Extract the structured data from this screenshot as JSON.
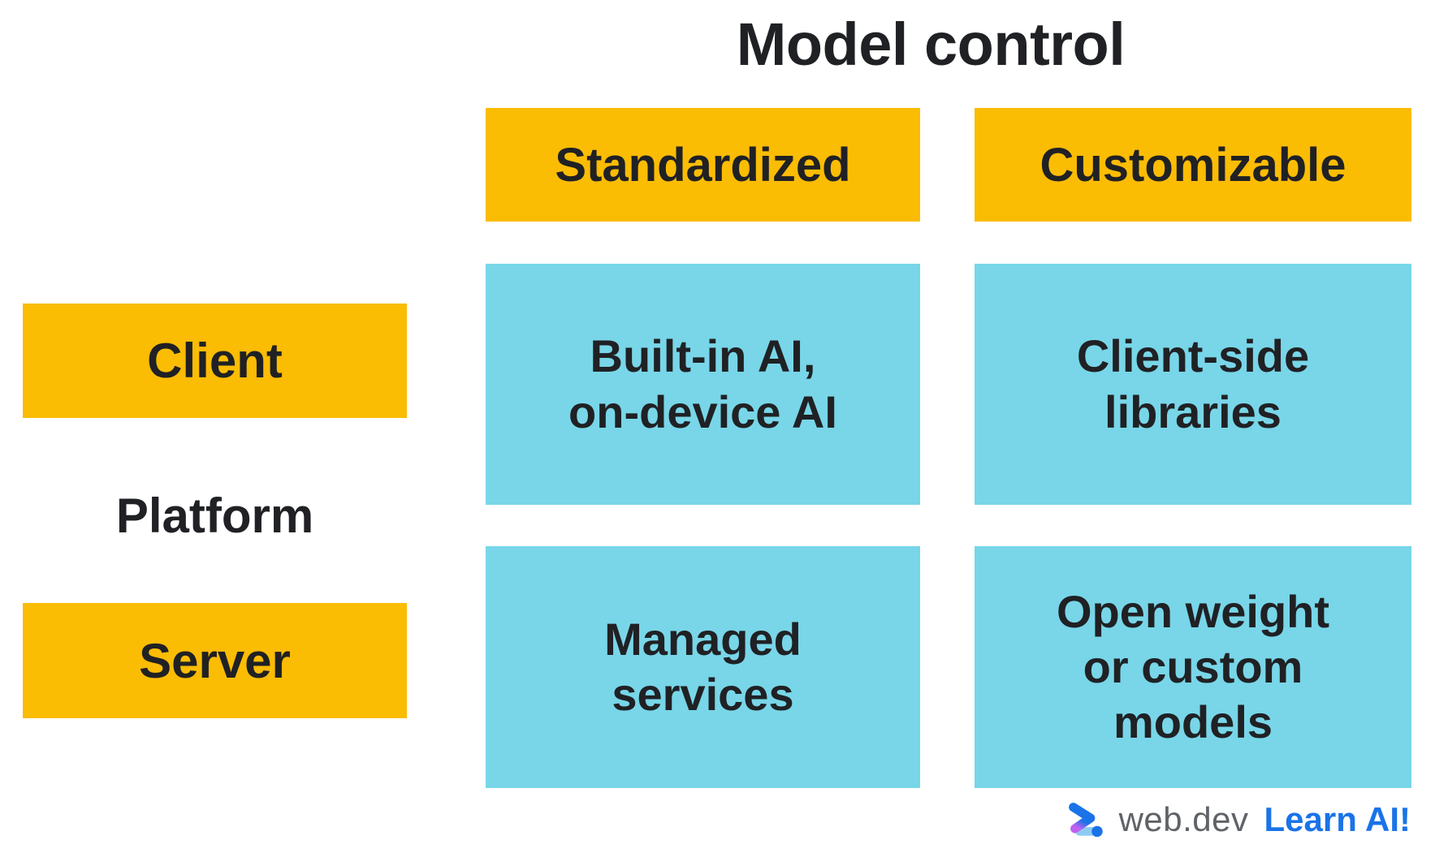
{
  "title": "Model control",
  "row_axis_label": "Platform",
  "column_headers": [
    "Standardized",
    "Customizable"
  ],
  "row_headers": [
    "Client",
    "Server"
  ],
  "cells": {
    "client_standardized": "Built-in AI,\non-device AI",
    "client_customizable": "Client-side\nlibraries",
    "server_standardized": "Managed\nservices",
    "server_customizable": "Open weight\nor custom\nmodels"
  },
  "footer": {
    "brand": "web.dev",
    "cta": "Learn AI!"
  },
  "colors": {
    "header_yellow": "#FBBC04",
    "cell_blue": "#78D6E8",
    "text": "#202124",
    "brand_gray": "#5F6368",
    "brand_blue": "#1A73E8"
  }
}
